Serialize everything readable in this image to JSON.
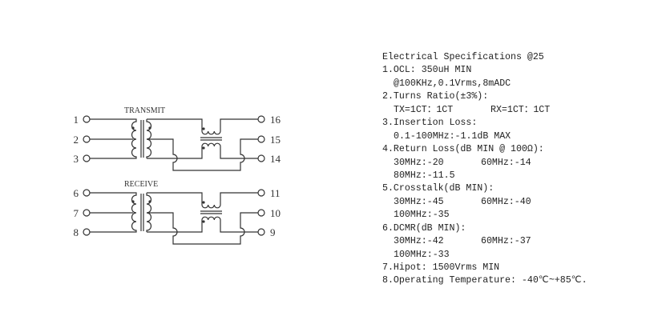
{
  "schematic": {
    "transmit": {
      "label": "TRANSMIT",
      "left_pins": [
        "1",
        "2",
        "3"
      ],
      "right_pins": [
        "16",
        "15",
        "14"
      ]
    },
    "receive": {
      "label": "RECEIVE",
      "left_pins": [
        "6",
        "7",
        "8"
      ],
      "right_pins": [
        "11",
        "10",
        "9"
      ]
    }
  },
  "specs": {
    "title": "Electrical Specifications @25",
    "ocl": "1.OCL: 350uH MIN",
    "ocl_cond": "@100KHz,0.1Vrms,8mADC",
    "turns": "2.Turns Ratio(±3%):",
    "turns_tx": "TX=1CT：1CT",
    "turns_rx": "RX=1CT：1CT",
    "insertion": "3.Insertion Loss:",
    "insertion_val": "0.1-100MHz:-1.1dB MAX",
    "return": "4.Return Loss(dB MIN @ 100Ω):",
    "return_a": "30MHz:-20",
    "return_b": "60MHz:-14",
    "return_c": "80MHz:-11.5",
    "crosstalk": "5.Crosstalk(dB MIN):",
    "crosstalk_a": "30MHz:-45",
    "crosstalk_b": "60MHz:-40",
    "crosstalk_c": "100MHz:-35",
    "dcmr": "6.DCMR(dB MIN):",
    "dcmr_a": "30MHz:-42",
    "dcmr_b": "60MHz:-37",
    "dcmr_c": "100MHz:-33",
    "hipot": "7.Hipot: 1500Vrms MIN",
    "temp": "8.Operating Temperature: -40℃~+85℃."
  }
}
